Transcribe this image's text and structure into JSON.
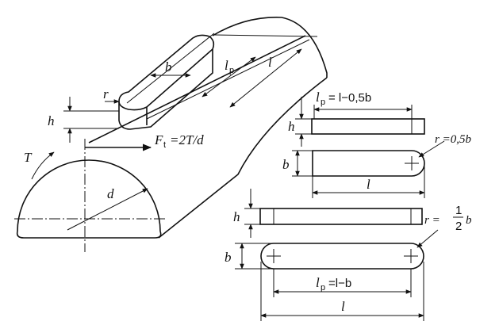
{
  "labels": {
    "b": "b",
    "h": "h",
    "r": "r",
    "T": "T",
    "d": "d",
    "l": "l",
    "lp_base": "l",
    "lp_sub": "p",
    "force_F": "F",
    "force_sub": "t",
    "force_rhs": "=2T/d",
    "half_num": "1",
    "half_den": "2"
  },
  "formulas": {
    "lp_top_rest": "= l−0,5b",
    "r_top": "r =0,5b",
    "r_bottom_lhs": "r =",
    "lp_bottom_rest": "=l−b"
  }
}
